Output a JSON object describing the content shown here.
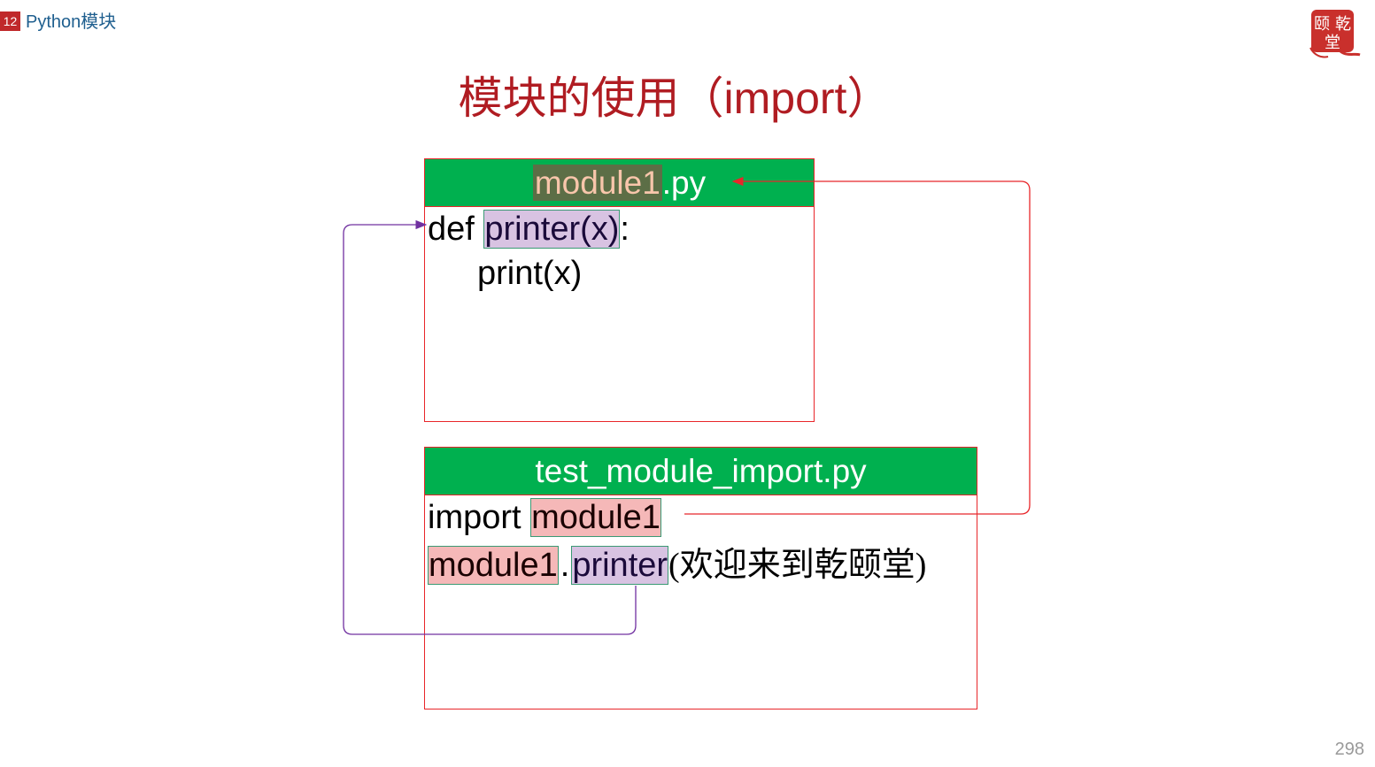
{
  "header": {
    "chapter_number": "12",
    "chapter_title": "Python模块",
    "seal_text": [
      "颐",
      "乾",
      "堂"
    ]
  },
  "slide": {
    "title": "模块的使用（import）",
    "page_number": "298"
  },
  "module_box": {
    "filename_highlight": "module1",
    "filename_ext": ".py",
    "line1_keyword": "def",
    "line1_func": "printer(x)",
    "line1_colon": ":",
    "line2": "print(x)"
  },
  "test_box": {
    "filename": "test_module_import.py",
    "line1_keyword": "import",
    "line1_module": "module1",
    "line2_module": "module1",
    "line2_dot": ".",
    "line2_func": "printer",
    "line2_args": "(欢迎来到乾颐堂)"
  },
  "colors": {
    "title_red": "#b01c22",
    "header_green": "#00b04f",
    "border_red": "#e8262a",
    "arrow_red": "#e8262a",
    "arrow_purple": "#7030a0"
  }
}
